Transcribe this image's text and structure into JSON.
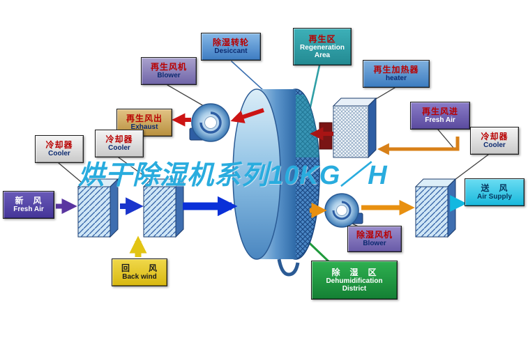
{
  "title": "烘干除湿机系列10KG／H",
  "labels": {
    "desiccant": {
      "cn": "除湿转轮",
      "en": "Desiccant"
    },
    "regen_area": {
      "cn": "再生区",
      "en": "Regeneration Area"
    },
    "regen_blower": {
      "cn": "再生风机",
      "en": "Blower"
    },
    "regen_heater": {
      "cn": "再生加热器",
      "en": "heater"
    },
    "exhaust": {
      "cn": "再生风出",
      "en": "Exhaust"
    },
    "regen_fresh_air": {
      "cn": "再生风进",
      "en": "Fresh Air"
    },
    "cooler_left_outer": {
      "cn": "冷却器",
      "en": "Cooler"
    },
    "cooler_left_inner": {
      "cn": "冷却器",
      "en": "Cooler"
    },
    "cooler_right": {
      "cn": "冷却器",
      "en": "Cooler"
    },
    "fresh_air": {
      "cn": "新　风",
      "en": "Fresh Air"
    },
    "back_wind": {
      "cn": "回　　风",
      "en": "Back wind"
    },
    "air_supply": {
      "cn": "送　风",
      "en": "Air Supply"
    },
    "dehum_blower": {
      "cn": "除湿风机",
      "en": "Blower"
    },
    "dehum_district": {
      "cn": "除　湿　区",
      "en": "Dehumidification District"
    }
  },
  "colors": {
    "title": "#29ACDE",
    "process_air_blue": "#1a35cc",
    "regen_hot_red": "#cc1414",
    "regen_intake_orange": "#d88018",
    "supply_cyan": "#12b8e0",
    "return_yellow": "#e2c414",
    "dehum_zone_green": "#1f9a3c"
  }
}
